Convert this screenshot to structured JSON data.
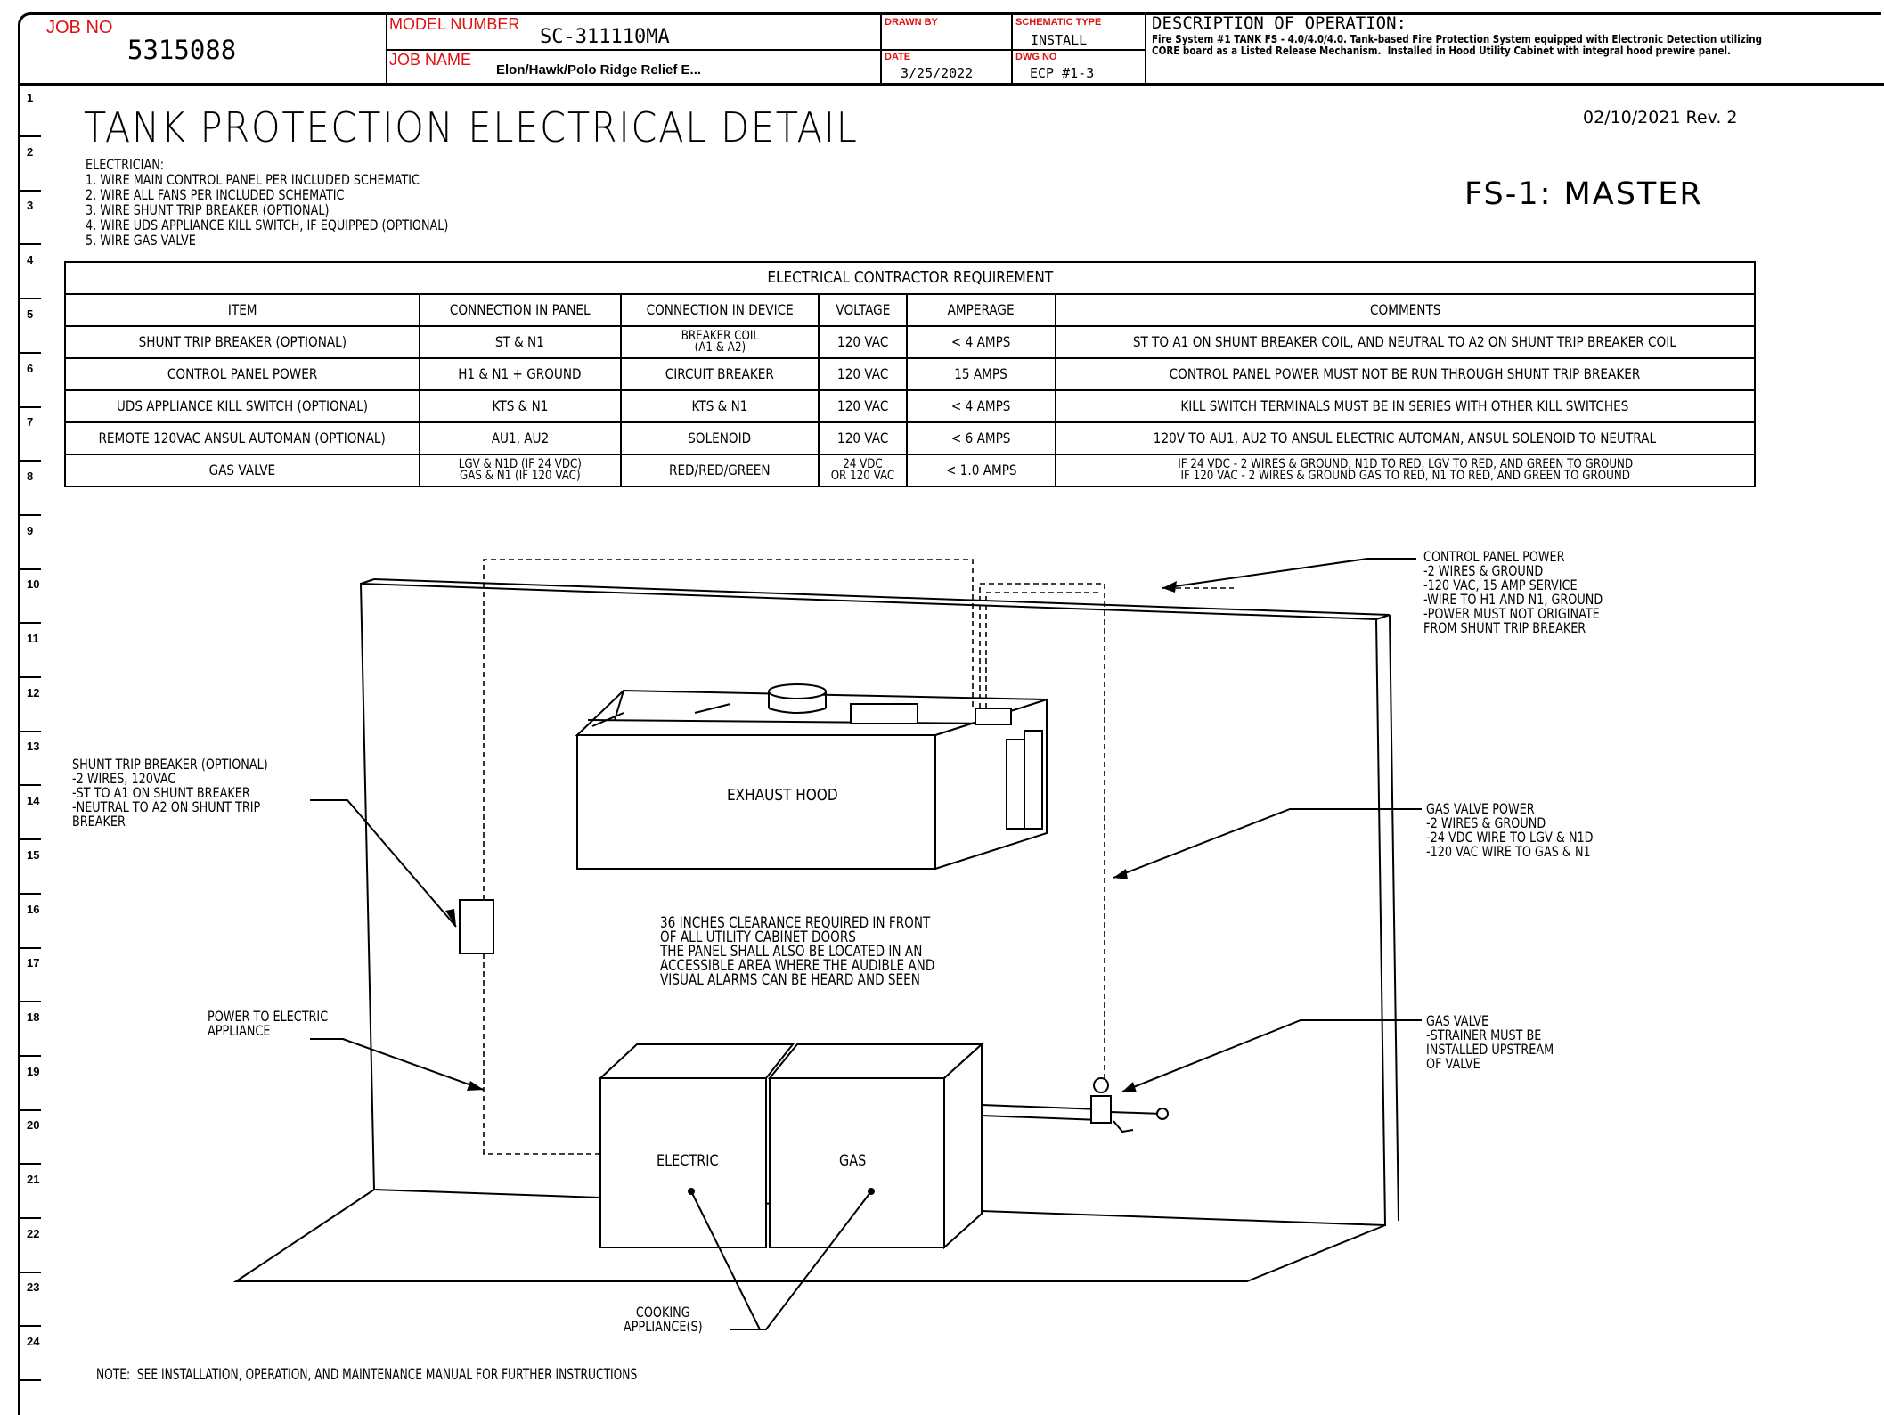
{
  "title_block": {
    "job_no_label": "JOB NO",
    "job_no": "5315088",
    "model_number_label": "MODEL NUMBER",
    "model_number": "SC-311110MA",
    "job_name_label": "JOB NAME",
    "job_name": "Elon/Hawk/Polo Ridge Relief E...",
    "drawn_by_label": "DRAWN BY",
    "drawn_by": "",
    "date_label": "DATE",
    "date": "3/25/2022",
    "schematic_type_label": "SCHEMATIC TYPE",
    "schematic_type": "INSTALL",
    "dwg_no_label": "DWG NO",
    "dwg_no": "ECP #1-3",
    "description_label": "DESCRIPTION OF OPERATION:",
    "description_line1": "Fire System #1 TANK FS - 4.0/4.0/4.0. Tank-based Fire Protection System equipped with Electronic Detection utilizing",
    "description_line2": "CORE board as a Listed Release Mechanism.  Installed in Hood Utility Cabinet with integral hood prewire panel."
  },
  "row_numbers": [
    "1",
    "2",
    "3",
    "4",
    "5",
    "6",
    "7",
    "8",
    "9",
    "10",
    "11",
    "12",
    "13",
    "14",
    "15",
    "16",
    "17",
    "18",
    "19",
    "20",
    "21",
    "22",
    "23",
    "24"
  ],
  "heading": {
    "title": "TANK PROTECTION ELECTRICAL DETAIL",
    "revision": "02/10/2021 Rev. 2",
    "system": "FS-1: MASTER"
  },
  "electrician": {
    "label": "ELECTRICIAN:",
    "steps": [
      "1. WIRE MAIN CONTROL PANEL PER INCLUDED SCHEMATIC",
      "2. WIRE ALL FANS PER INCLUDED SCHEMATIC",
      "3. WIRE SHUNT TRIP BREAKER (OPTIONAL)",
      "4. WIRE UDS APPLIANCE KILL SWITCH, IF EQUIPPED (OPTIONAL)",
      "5. WIRE GAS VALVE"
    ]
  },
  "table": {
    "title": "ELECTRICAL CONTRACTOR REQUIREMENT",
    "headers": [
      "ITEM",
      "CONNECTION IN PANEL",
      "CONNECTION IN DEVICE",
      "VOLTAGE",
      "AMPERAGE",
      "COMMENTS"
    ],
    "rows": [
      [
        "SHUNT TRIP BREAKER (OPTIONAL)",
        "ST & N1",
        "BREAKER COIL|(A1 & A2)",
        "120 VAC",
        "< 4 AMPS",
        "ST TO A1 ON SHUNT BREAKER COIL, AND NEUTRAL TO A2 ON SHUNT TRIP BREAKER COIL"
      ],
      [
        "CONTROL PANEL POWER",
        "H1 & N1 + GROUND",
        "CIRCUIT BREAKER",
        "120 VAC",
        "15 AMPS",
        "CONTROL PANEL POWER MUST NOT BE RUN THROUGH SHUNT TRIP BREAKER"
      ],
      [
        "UDS APPLIANCE KILL SWITCH (OPTIONAL)",
        "KTS & N1",
        "KTS & N1",
        "120 VAC",
        "< 4 AMPS",
        "KILL SWITCH TERMINALS MUST BE IN SERIES WITH OTHER KILL SWITCHES"
      ],
      [
        "REMOTE 120VAC ANSUL AUTOMAN (OPTIONAL)",
        "AU1, AU2",
        "SOLENOID",
        "120 VAC",
        "< 6 AMPS",
        "120V TO AU1, AU2 TO ANSUL ELECTRIC AUTOMAN, ANSUL SOLENOID TO NEUTRAL"
      ],
      [
        "GAS VALVE",
        "LGV & N1D (IF 24 VDC)|GAS & N1 (IF 120 VAC)",
        "RED/RED/GREEN",
        "24 VDC|OR 120 VAC",
        "< 1.0 AMPS",
        "IF 24 VDC - 2 WIRES & GROUND, N1D TO RED, LGV TO RED, AND GREEN TO GROUND|IF 120 VAC - 2 WIRES & GROUND GAS TO RED, N1 TO RED, AND GREEN TO GROUND"
      ]
    ]
  },
  "diagram": {
    "exhaust_hood": "EXHAUST HOOD",
    "electric": "ELECTRIC",
    "gas": "GAS",
    "clearance_note": "36 INCHES CLEARANCE REQUIRED IN FRONT\nOF ALL UTILITY CABINET DOORS\nTHE PANEL SHALL ALSO BE LOCATED IN AN\nACCESSIBLE AREA WHERE THE AUDIBLE AND\nVISUAL ALARMS CAN BE HEARD AND SEEN",
    "control_panel_power": "CONTROL PANEL POWER\n-2 WIRES & GROUND\n-120 VAC, 15 AMP SERVICE\n-WIRE TO H1 AND N1, GROUND\n-POWER MUST NOT ORIGINATE\nFROM SHUNT TRIP BREAKER",
    "shunt_trip": "SHUNT TRIP BREAKER (OPTIONAL)\n-2 WIRES, 120VAC\n-ST TO A1 ON SHUNT BREAKER\n-NEUTRAL TO A2 ON SHUNT TRIP\nBREAKER",
    "gas_valve_power": "GAS VALVE POWER\n-2 WIRES & GROUND\n-24 VDC WIRE TO LGV & N1D\n-120 VAC WIRE TO GAS & N1",
    "power_to_electric": "POWER TO ELECTRIC\nAPPLIANCE",
    "gas_valve": "GAS VALVE\n-STRAINER MUST BE\nINSTALLED UPSTREAM\nOF VALVE",
    "cooking_appliances": "COOKING\nAPPLIANCE(S)",
    "footnote": "NOTE:  SEE INSTALLATION, OPERATION, AND MAINTENANCE MANUAL FOR FURTHER INSTRUCTIONS"
  }
}
